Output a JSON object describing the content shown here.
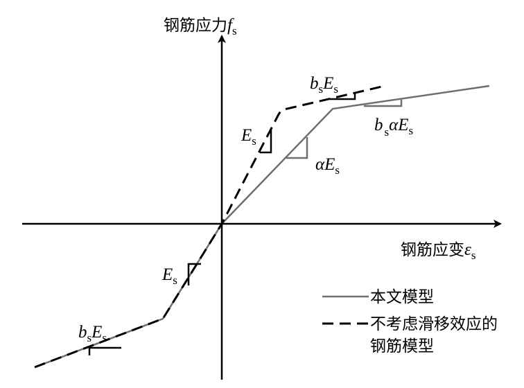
{
  "axes": {
    "y_label": "钢筋应力",
    "y_symbol": "f",
    "y_sub": "s",
    "x_label": "钢筋应变",
    "x_symbol": "ε",
    "x_sub": "s"
  },
  "annotations": {
    "upper_es": {
      "main": "E",
      "sub": "s"
    },
    "upper_bses": {
      "b": "b",
      "s1": "s",
      "E": "E",
      "s2": "s"
    },
    "aes": {
      "main": "αE",
      "sub": "s"
    },
    "bsaes": {
      "b": "b",
      "s1": "s",
      "rest": "αE",
      "s2": "s"
    },
    "lower_es": {
      "main": "E",
      "sub": "s"
    },
    "lower_bses": {
      "b": "b",
      "s1": "s",
      "E": "E",
      "s2": "s"
    }
  },
  "legend": {
    "solid": "本文模型",
    "dashed_line1": "不考虑滑移效应的",
    "dashed_line2": "钢筋模型"
  },
  "colors": {
    "solid": "#6e6e6e",
    "dashed": "#000000"
  }
}
